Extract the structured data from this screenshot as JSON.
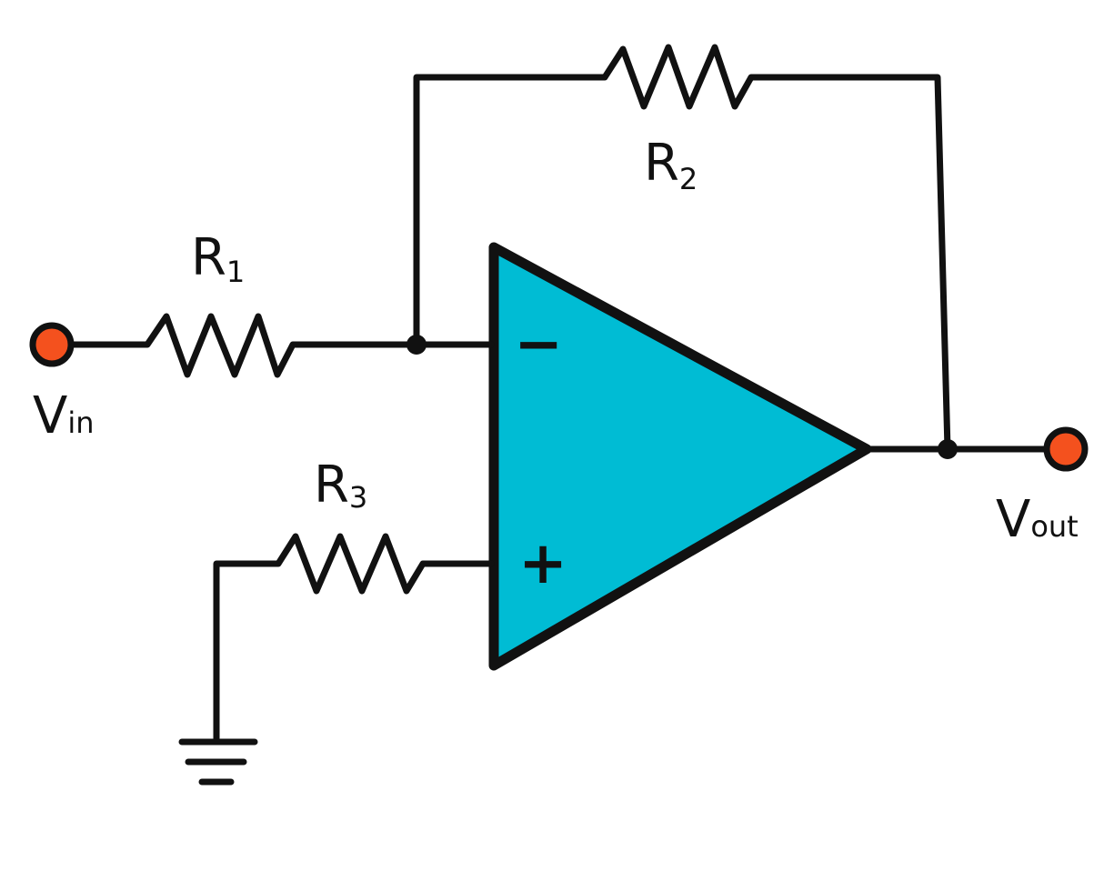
{
  "colors": {
    "opamp_fill": "#00bcd4",
    "terminal_fill": "#f4511e",
    "wire": "#111111",
    "background": "#ffffff"
  },
  "labels": {
    "r1": {
      "main": "R",
      "sub": "1"
    },
    "r2": {
      "main": "R",
      "sub": "2"
    },
    "r3": {
      "main": "R",
      "sub": "3"
    },
    "vin": {
      "main": "V",
      "sub": "in"
    },
    "vout": {
      "main": "V",
      "sub": "out"
    }
  },
  "opamp": {
    "minus": "−",
    "plus": "+"
  }
}
